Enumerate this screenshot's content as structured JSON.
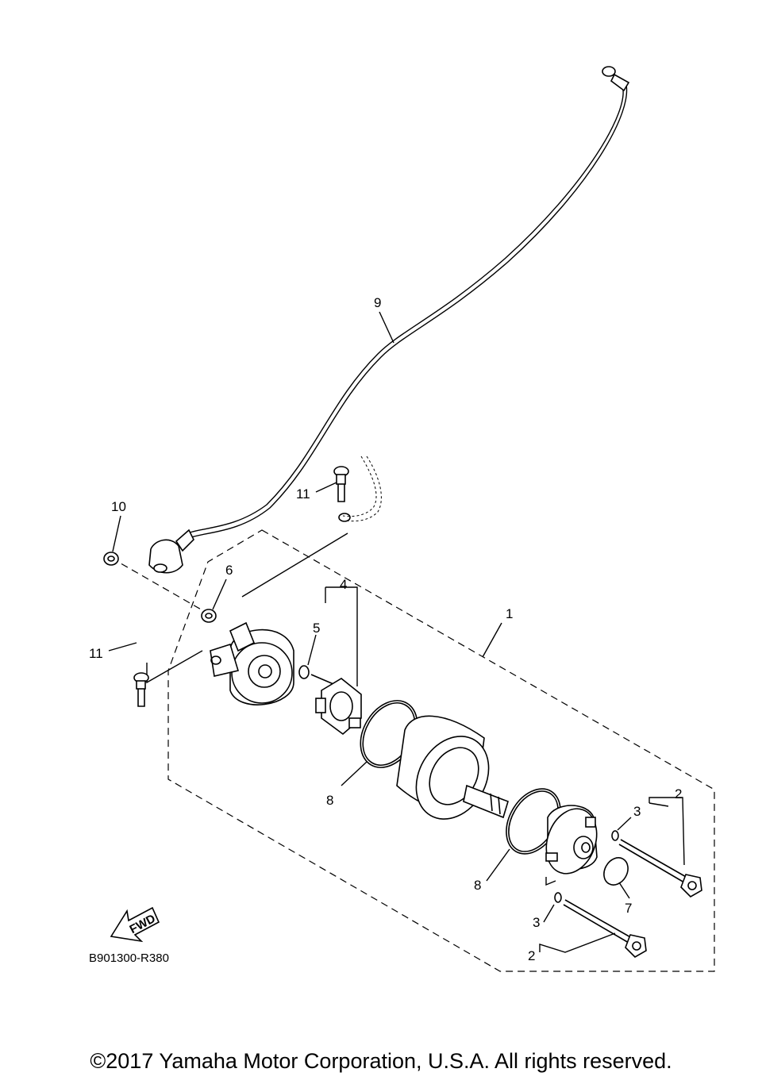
{
  "diagram": {
    "callouts": [
      "1",
      "2",
      "2",
      "3",
      "3",
      "4",
      "5",
      "6",
      "7",
      "8",
      "8",
      "9",
      "10",
      "11",
      "11"
    ],
    "fwd_label": "FWD",
    "code": "B901300-R380"
  },
  "footer": {
    "copyright": "©2017 Yamaha Motor Corporation, U.S.A. All rights reserved."
  }
}
